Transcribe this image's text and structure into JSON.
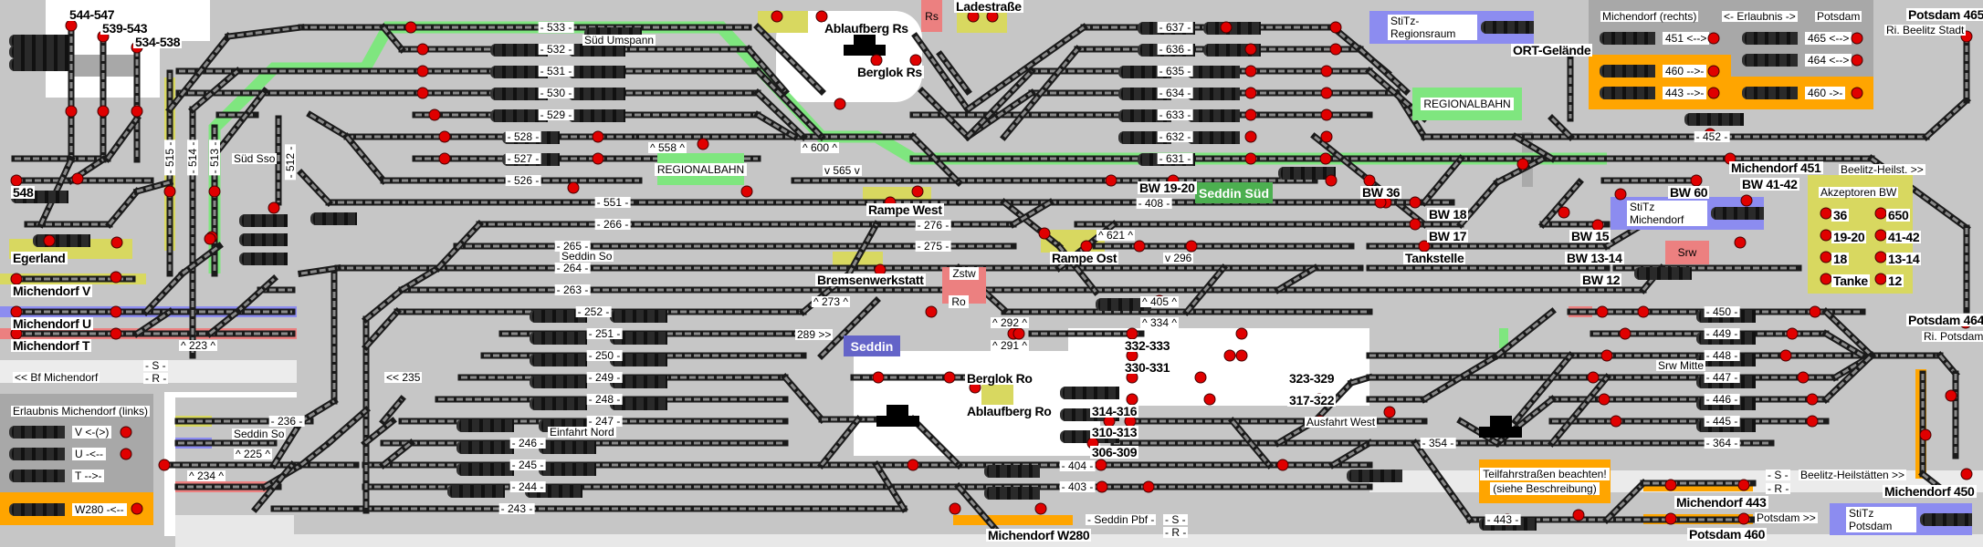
{
  "colors": {
    "background": "#c6c6c6",
    "track": "#1a1a1a",
    "route_green": "#7fe67f",
    "signal_red": "#e00000",
    "yellow": "#d8d860",
    "blue": "#8c8cf0",
    "pink": "#ec8080",
    "orange": "#ffa500",
    "dark_green": "#4caf50"
  },
  "track_labels": [
    "- 533 -",
    "- 532 -",
    "- 531 -",
    "- 530 -",
    "- 529 -",
    "- 528 -",
    "- 527 -",
    "- 526 -",
    "- 551 -",
    "- 266 -",
    "- 265 -",
    "- 264 -",
    "- 263 -",
    "- 252 -",
    "- 251 -",
    "- 250 -",
    "- 249 -",
    "- 248 -",
    "- 247 -",
    "- 246 -",
    "- 245 -",
    "- 244 -",
    "- 243 -",
    "- 236 -",
    "- 637 -",
    "- 636 -",
    "- 635 -",
    "- 634 -",
    "- 633 -",
    "- 632 -",
    "- 631 -",
    "- 408 -",
    "- 276 -",
    "- 275 -",
    "- 404 -",
    "- 403 -",
    "- 452 -",
    "- 450 -",
    "- 449 -",
    "- 448 -",
    "- 447 -",
    "- 446 -",
    "- 445 -",
    "- 354 -",
    "- 364 -",
    "- 443 -"
  ],
  "vertical_labels": [
    "- 515 -",
    "- 514 -",
    "- 513 -",
    "- 512 -"
  ],
  "stations": [
    "544-547",
    "539-543",
    "534-538",
    "548",
    "Egerland",
    "Michendorf V",
    "Michendorf U",
    "Michendorf T",
    "Ablaufberg Rs",
    "Berglok Rs",
    "Ladestraße",
    "Rampe West",
    "BW 19-20",
    "Rampe Ost",
    "Bremsenwerkstatt",
    "Berglok Ro",
    "Ablaufberg Ro",
    "332-333",
    "330-331",
    "323-329",
    "317-322",
    "314-316",
    "310-313",
    "306-309",
    "Michendorf W280",
    "ORT-Gelände",
    "Potsdam 465",
    "Michendorf 451",
    "BW 41-42",
    "BW 60",
    "BW 36",
    "BW 18",
    "BW 17",
    "Tankstelle",
    "BW 15",
    "BW 13-14",
    "BW 12",
    "Potsdam 464",
    "Michendorf 450",
    "Michendorf 443",
    "Potsdam 460"
  ],
  "notes": [
    "Süd Sso",
    "Süd Umspann",
    "Seddin So",
    "Seddin So",
    "^ 223 ^",
    "^ 225 ^",
    "^ 234 ^",
    "<< 235",
    "Einfahrt Nord",
    "<< Bf Michendorf",
    "- S -",
    "- R -",
    "^ 558 ^",
    "^ 600 ^",
    "v 565 v",
    "^ 621 ^",
    "v 296",
    "^ 273 ^",
    "^ 292 ^",
    "^ 291 ^",
    "289 >>",
    "^ 405 ^",
    "^ 334 ^",
    "Ausfahrt West",
    "- Seddin Pbf -",
    "- S -",
    "- R -",
    "Ri. Beelitz Stadt",
    "Beelitz-Heilst. >>",
    "Ri. Potsdam",
    "Srw Mitte",
    "- S -",
    "- R -",
    "Beelitz-Heilstätten >>",
    "Potsdam >>"
  ],
  "boxes": {
    "rs": "Rs",
    "zstw": "Zstw",
    "ro": "Ro",
    "seddin": "Seddin",
    "seddin_sued": "Seddin Süd",
    "regionalbahn_1": "REGIONALBAHN",
    "regionalbahn_2": "REGIONALBAHN",
    "stitz_regionsraum": "StiTz-Regionsraum",
    "stitz_michendorf": "StiTz Michendorf",
    "stitz_potsdam": "StiTz Potsdam",
    "srw": "Srw",
    "teilfahr_1": "Teilfahrstraßen beachten!",
    "teilfahr_2": "(siehe Beschreibung)"
  },
  "akzeptoren": {
    "title": "Akzeptoren BW",
    "items": [
      "36",
      "650",
      "19-20",
      "41-42",
      "18",
      "13-14",
      "Tanke",
      "12"
    ]
  },
  "erlaubnis_left": {
    "title": "Erlaubnis Michendorf (links)",
    "rows": [
      "V  <-(>)",
      "U  -<--",
      "T  -->-",
      "W280  -<--"
    ]
  },
  "erlaubnis_right": {
    "col1": "Michendorf (rechts)",
    "col2": "<-  Erlaubnis  ->",
    "col3": "Potsdam",
    "rows": [
      "451  <-->",
      "465  <-->",
      "464  <-->",
      "460  -->-",
      "443  -->-",
      "460  ->-"
    ]
  }
}
